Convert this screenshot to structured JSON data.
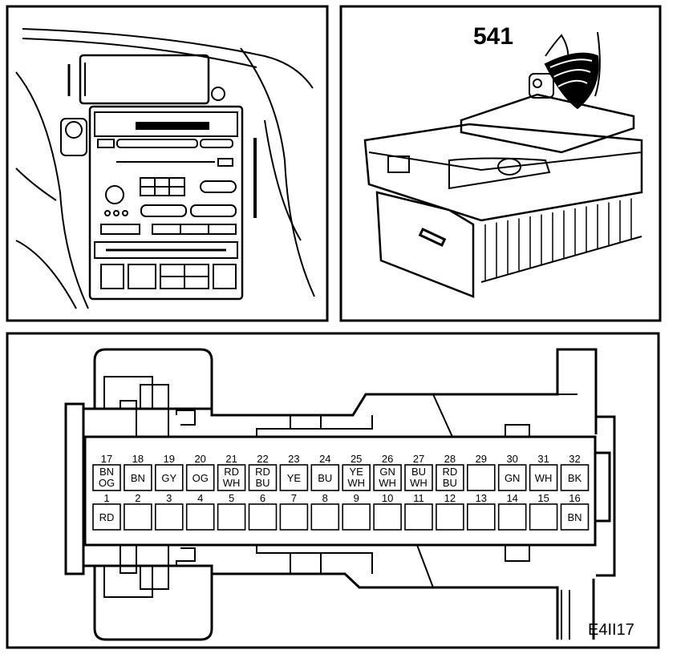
{
  "component_number": "541",
  "figure_ref": "E4II17",
  "connector": {
    "top_row": [
      {
        "pin": "17",
        "wire": [
          "BN",
          "OG"
        ]
      },
      {
        "pin": "18",
        "wire": [
          "BN"
        ]
      },
      {
        "pin": "19",
        "wire": [
          "GY"
        ]
      },
      {
        "pin": "20",
        "wire": [
          "OG"
        ]
      },
      {
        "pin": "21",
        "wire": [
          "RD",
          "WH"
        ]
      },
      {
        "pin": "22",
        "wire": [
          "RD",
          "BU"
        ]
      },
      {
        "pin": "23",
        "wire": [
          "YE"
        ]
      },
      {
        "pin": "24",
        "wire": [
          "BU"
        ]
      },
      {
        "pin": "25",
        "wire": [
          "YE",
          "WH"
        ]
      },
      {
        "pin": "26",
        "wire": [
          "GN",
          "WH"
        ]
      },
      {
        "pin": "27",
        "wire": [
          "BU",
          "WH"
        ]
      },
      {
        "pin": "28",
        "wire": [
          "RD",
          "BU"
        ]
      },
      {
        "pin": "29",
        "wire": []
      },
      {
        "pin": "30",
        "wire": [
          "GN"
        ]
      },
      {
        "pin": "31",
        "wire": [
          "WH"
        ]
      },
      {
        "pin": "32",
        "wire": [
          "BK"
        ]
      }
    ],
    "bottom_row": [
      {
        "pin": "1",
        "wire": [
          "RD"
        ]
      },
      {
        "pin": "2",
        "wire": []
      },
      {
        "pin": "3",
        "wire": []
      },
      {
        "pin": "4",
        "wire": []
      },
      {
        "pin": "5",
        "wire": []
      },
      {
        "pin": "6",
        "wire": []
      },
      {
        "pin": "7",
        "wire": []
      },
      {
        "pin": "8",
        "wire": []
      },
      {
        "pin": "9",
        "wire": []
      },
      {
        "pin": "10",
        "wire": []
      },
      {
        "pin": "11",
        "wire": []
      },
      {
        "pin": "12",
        "wire": []
      },
      {
        "pin": "13",
        "wire": []
      },
      {
        "pin": "14",
        "wire": []
      },
      {
        "pin": "15",
        "wire": []
      },
      {
        "pin": "16",
        "wire": [
          "BN"
        ]
      }
    ]
  }
}
